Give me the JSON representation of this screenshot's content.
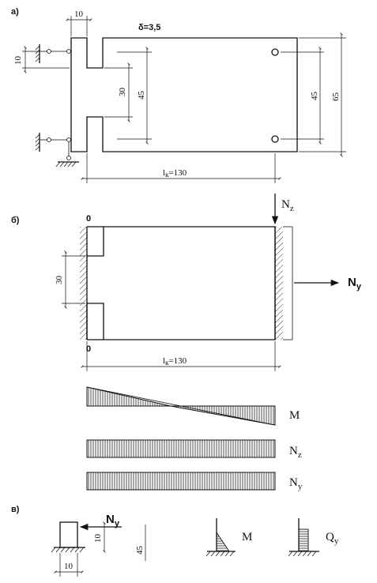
{
  "panels": {
    "a": "а)",
    "b": "б)",
    "c": "в)"
  },
  "panel_a": {
    "delta": "δ=3,5",
    "dim_top": "10",
    "dim_left": "10",
    "dim_slot": "30",
    "dim_hole_span": "45",
    "dim_right_inner": "45",
    "dim_right_outer": "65",
    "length": "l",
    "length_sub": "к",
    "length_value": "=130"
  },
  "panel_b": {
    "zero_top": "0",
    "zero_bottom": "0",
    "dim_slot": "30",
    "force_z": "N",
    "force_z_sub": "z",
    "force_y": "N",
    "force_y_sub": "y",
    "length": "l",
    "length_sub": "к",
    "length_value": "=130"
  },
  "diagrams": {
    "moment": "M",
    "nz": "N",
    "nz_sub": "z",
    "ny": "N",
    "ny_sub": "y"
  },
  "panel_c": {
    "force": "N",
    "force_sub": "y",
    "dim_10_vertical": "10",
    "dim_45": "45",
    "dim_10_horizontal": "10",
    "moment": "M",
    "shear": "Q",
    "shear_sub": "y"
  }
}
